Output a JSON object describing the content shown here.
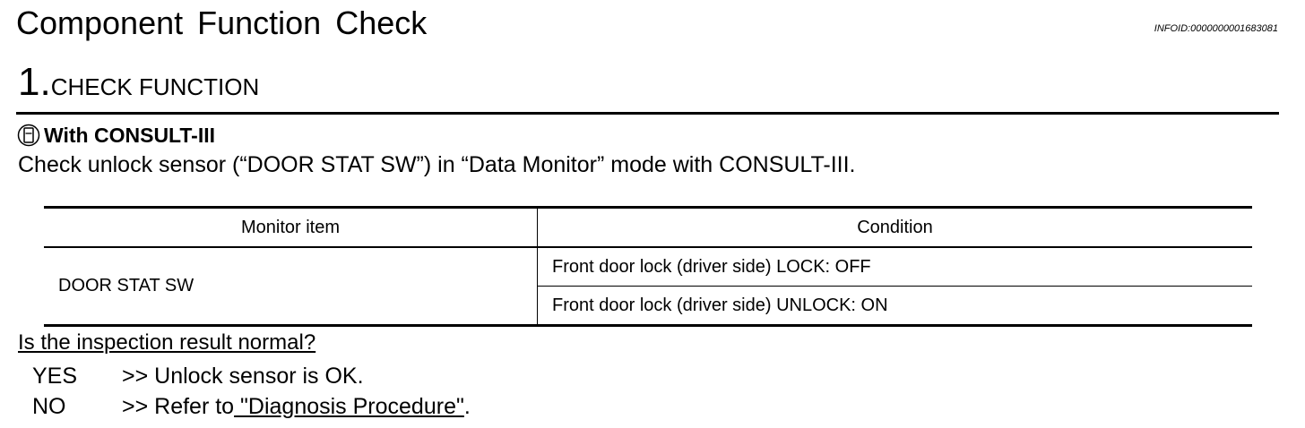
{
  "header": {
    "title": "Component  Function  Check",
    "infoid": "INFOID:0000000001683081"
  },
  "step": {
    "number": "1.",
    "title": "CHECK FUNCTION"
  },
  "consult": {
    "icon": "consult-tool-icon",
    "heading": "With CONSULT-III",
    "instruction": "Check unlock sensor (“DOOR STAT SW”) in “Data Monitor” mode with CONSULT-III."
  },
  "table": {
    "headers": [
      "Monitor item",
      "Condition"
    ],
    "item": "DOOR STAT SW",
    "conditions": [
      "Front door lock (driver side) LOCK: OFF",
      "Front door lock (driver side) UNLOCK: ON"
    ]
  },
  "result": {
    "question": "Is the inspection result normal?",
    "yes_key": "YES",
    "yes_text": ">> Unlock sensor is OK.",
    "no_key": "NO",
    "no_prefix": ">> Refer to",
    "no_link": " \"Diagnosis Procedure\"",
    "no_suffix": "."
  }
}
